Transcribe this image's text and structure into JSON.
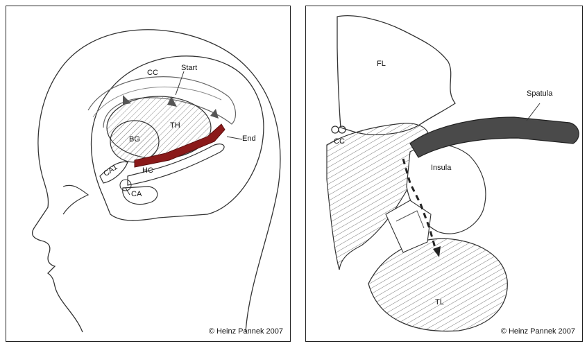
{
  "left_panel": {
    "labels": {
      "cc": "CC",
      "start": "Start",
      "th": "TH",
      "bg": "BG",
      "end": "End",
      "ca1": "CA1",
      "hc": "HC",
      "ca": "CA"
    },
    "copyright": "© Heinz Pannek 2007"
  },
  "right_panel": {
    "labels": {
      "fl": "FL",
      "spatula": "Spatula",
      "cc": "CC",
      "insula": "Insula",
      "tl": "TL"
    },
    "copyright": "© Heinz Pannek 2007"
  },
  "colors": {
    "line": "#333333",
    "hatch": "#777777",
    "highlight": "#8b1a1a",
    "spatula": "#444444"
  }
}
